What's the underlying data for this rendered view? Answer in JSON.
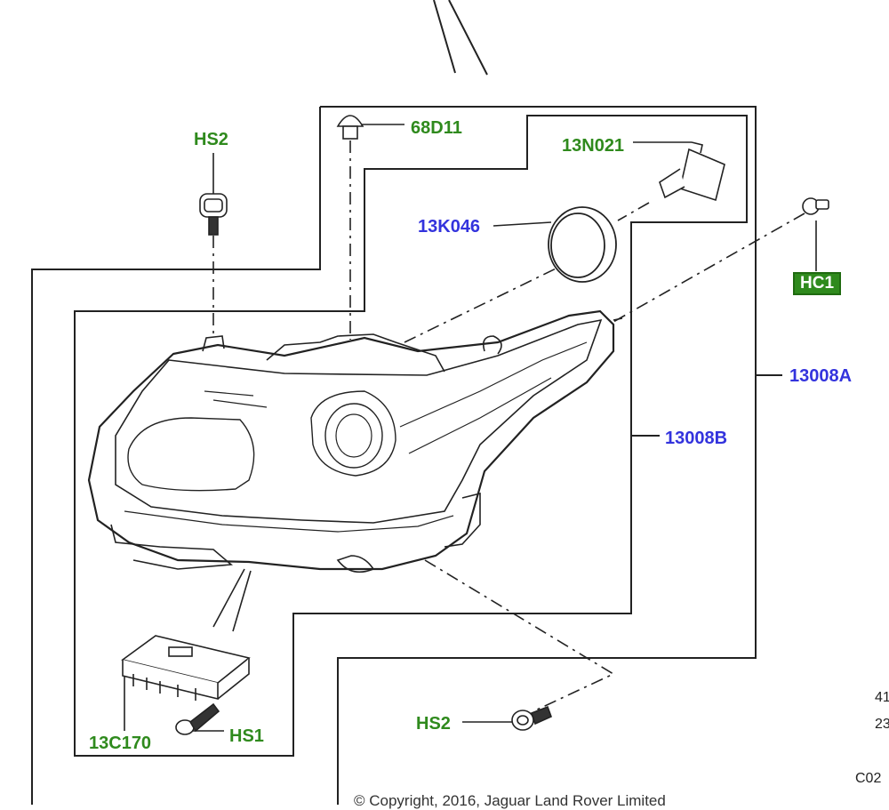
{
  "callouts": {
    "hs2_top": "HS2",
    "d68d11": "68D11",
    "n13n021": "13N021",
    "k13k046": "13K046",
    "hc1": "HC1",
    "a13008a": "13008A",
    "b13008b": "13008B",
    "hs2_bottom": "HS2",
    "c13c170": "13C170",
    "hs1": "HS1"
  },
  "corner": {
    "line1": "41",
    "line2": "23",
    "line3": "C02"
  },
  "footer": {
    "copyright": "© Copyright, 2016, Jaguar Land Rover Limited"
  },
  "colors": {
    "part_label": "#2f8a1d",
    "assembly_label": "#3333dd",
    "line": "#222222"
  }
}
